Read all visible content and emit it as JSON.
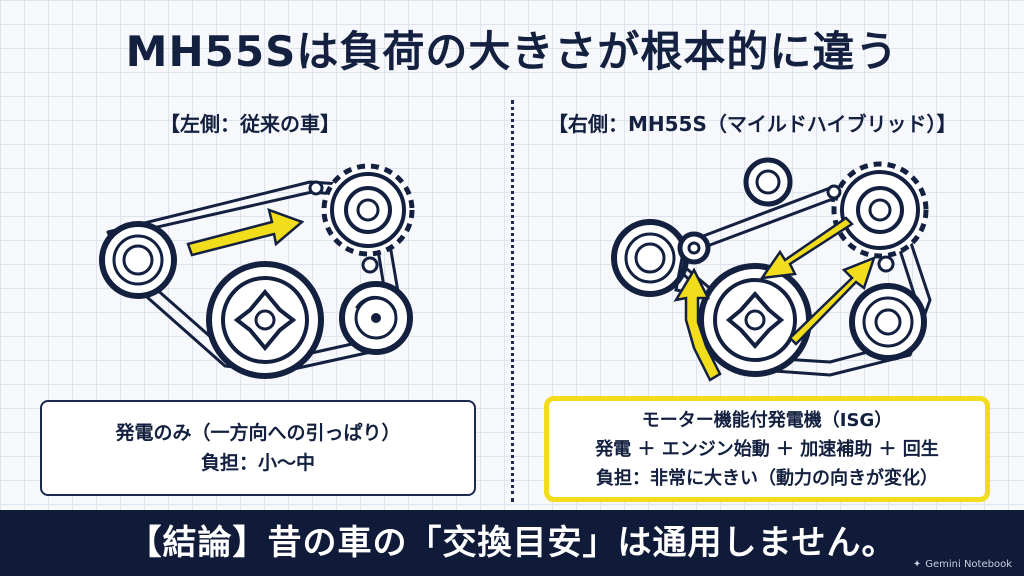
{
  "title": "MH55Sは負荷の大きさが根本的に違う",
  "left": {
    "heading": "【左側：従来の車】",
    "lines": [
      "発電のみ（一方向への引っぱり）",
      "負担：小〜中"
    ]
  },
  "right": {
    "heading": "【右側：MH55S（マイルドハイブリッド）】",
    "lines": [
      "モーター機能付発電機（ISG）",
      "発電 ＋ エンジン始動 ＋ 加速補助 ＋ 回生",
      "負担：非常に大きい（動力の向きが変化）"
    ]
  },
  "conclusion": "【結論】昔の車の「交換目安」は通用しません。",
  "watermark": "Gemini Notebook",
  "colors": {
    "navy": "#13203f",
    "arrow_yellow": "#f1dd1b",
    "bar": "#101b3a"
  }
}
